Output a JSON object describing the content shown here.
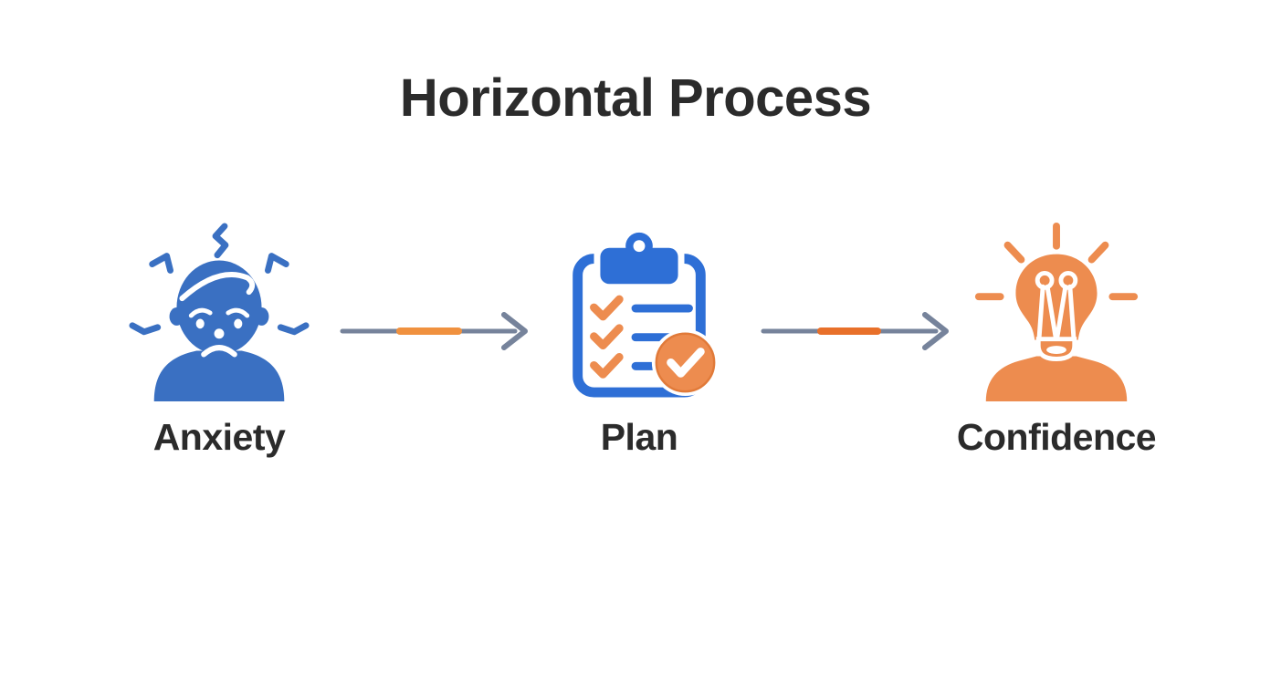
{
  "title": "Horizontal Process",
  "stages": [
    {
      "label": "Anxiety",
      "icon": "anxious-person-icon"
    },
    {
      "label": "Plan",
      "icon": "clipboard-checklist-icon"
    },
    {
      "label": "Confidence",
      "icon": "lightbulb-person-icon"
    }
  ],
  "arrows": [
    {
      "name": "arrow-anxiety-to-plan"
    },
    {
      "name": "arrow-plan-to-confidence"
    }
  ],
  "colors": {
    "blue": "#3A70C2",
    "clip_blue": "#2E6FD6",
    "orange": "#ED8C4F",
    "orange_dark": "#E17A39",
    "arrow_gray": "#76839B",
    "arrow_orange_1": "#F0913F",
    "arrow_orange_2": "#E8702A",
    "text": "#2B2B2B",
    "bg": "#FFFFFF"
  }
}
